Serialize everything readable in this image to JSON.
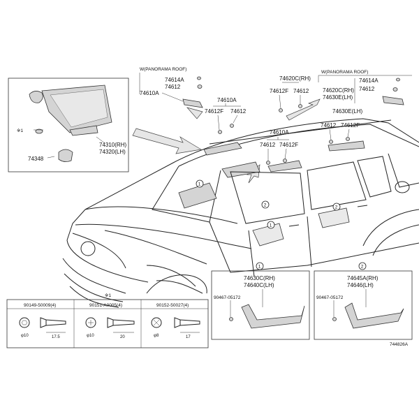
{
  "panorama_note_left": "W(PANORAMA ROOF)",
  "panorama_note_right": "W(PANORAMA ROOF)",
  "visor_parts": {
    "p74610A": "74610A",
    "p74614A": "74614A",
    "p74612": "74612",
    "p74310": "74310(RH)",
    "p74320": "74320(LH)",
    "p74348": "74348",
    "note": "※1"
  },
  "labels": {
    "l74610A_a": "74610A",
    "l74612F_a": "74612F",
    "l74612_a": "74612",
    "l74620C": "74620C(RH)",
    "l74612F_b": "74612F",
    "l74612_b": "74612",
    "l74630E_a": "74630E(LH)",
    "l74610A_b": "74610A",
    "l74612_c": "74612",
    "l74612F_c": "74612F",
    "r74614A": "74614A",
    "r74612": "74612",
    "r74620C": "74620C(RH)",
    "r74630E": "74630E(LH)",
    "l74612_d": "74612",
    "l74612F_d": "74612F"
  },
  "callouts": {
    "c1": "1",
    "c2": "2"
  },
  "screws": [
    {
      "part": "90149-50009(4)",
      "dia": "10",
      "len": "17.5"
    },
    {
      "part": "90151-A0005(4)",
      "dia": "10",
      "len": "20",
      "note": "※1"
    },
    {
      "part": "90152-50027(4)",
      "dia": "8",
      "len": "17"
    }
  ],
  "detail1": {
    "num": "1",
    "p1": "74630C(RH)",
    "p2": "74640C(LH)",
    "clip": "90467-05172"
  },
  "detail2": {
    "num": "2",
    "p1": "74645A(RH)",
    "p2": "74646(LH)",
    "clip": "90467-05172"
  },
  "diagram_id": "744826A"
}
